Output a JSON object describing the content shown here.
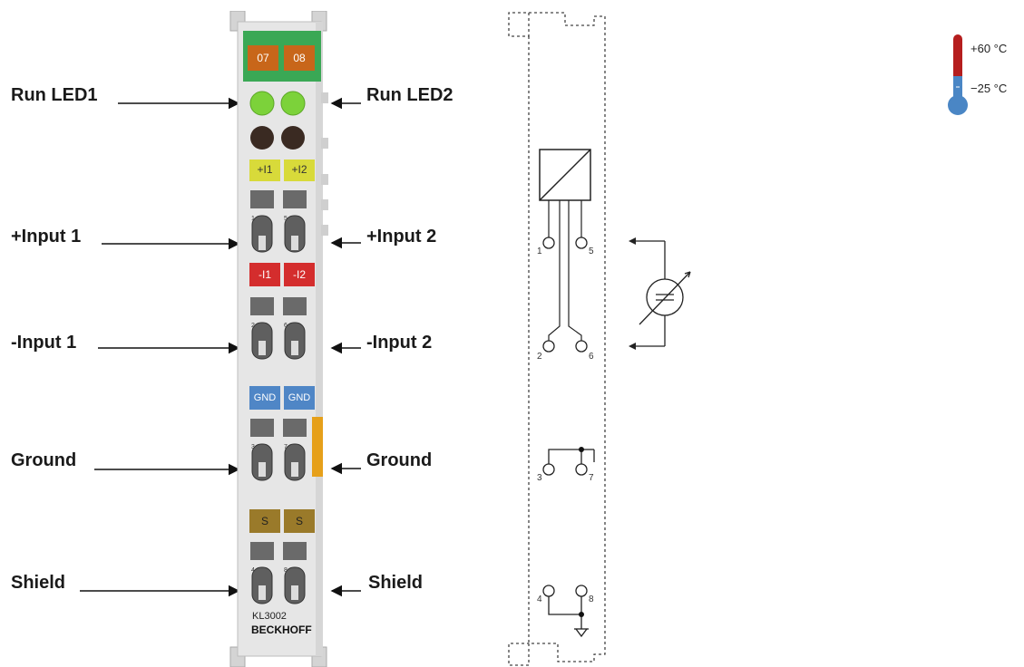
{
  "labels": {
    "run_led1": "Run LED1",
    "run_led2": "Run LED2",
    "plus_input1": "+Input 1",
    "plus_input2": "+Input 2",
    "minus_input1": "-Input 1",
    "minus_input2": "-Input 2",
    "ground_left": "Ground",
    "ground_right": "Ground",
    "shield_left": "Shield",
    "shield_right": "Shield"
  },
  "module": {
    "ch1": "07",
    "ch2": "08",
    "plus1": "+I1",
    "plus2": "+I2",
    "minus1": "-I1",
    "minus2": "-I2",
    "gnd1": "GND",
    "gnd2": "GND",
    "s1": "S",
    "s2": "S",
    "model": "KL3002",
    "brand": "BECKHOFF",
    "terminal_numbers": [
      "1",
      "5",
      "2",
      "6",
      "3",
      "7",
      "4",
      "8"
    ]
  },
  "schematic": {
    "pins": [
      "1",
      "5",
      "2",
      "6",
      "3",
      "7",
      "4",
      "8"
    ]
  },
  "temperature": {
    "max": "+60 °C",
    "min": "−25 °C"
  },
  "colors": {
    "header_green": "#3aa855",
    "channel_orange": "#c8661a",
    "led_green": "#7cd23a",
    "led_dark": "#3a2a22",
    "plus_yellow": "#d8da3a",
    "minus_red": "#d42d2d",
    "gnd_blue": "#4f86c6",
    "shield_brown": "#9a7a2a",
    "housing": "#e6e6e6",
    "orange_tab": "#e6a01a"
  }
}
